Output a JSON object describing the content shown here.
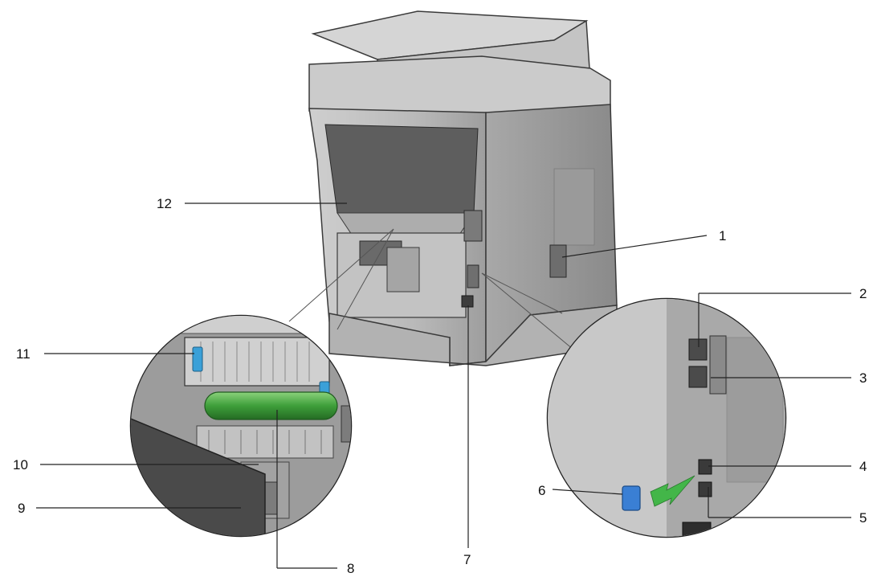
{
  "callouts": [
    {
      "id": "1",
      "label": "1"
    },
    {
      "id": "2",
      "label": "2"
    },
    {
      "id": "3",
      "label": "3"
    },
    {
      "id": "4",
      "label": "4"
    },
    {
      "id": "5",
      "label": "5"
    },
    {
      "id": "6",
      "label": "6"
    },
    {
      "id": "7",
      "label": "7"
    },
    {
      "id": "8",
      "label": "8"
    },
    {
      "id": "9",
      "label": "9"
    },
    {
      "id": "10",
      "label": "10"
    },
    {
      "id": "11",
      "label": "11"
    },
    {
      "id": "12",
      "label": "12"
    }
  ],
  "colors": {
    "body_light": "#d9d9d9",
    "body_mid": "#bdbdbd",
    "body_dark": "#8c8c8c",
    "outline": "#3a3a3a",
    "roller_green": "#43a047",
    "lever_blue": "#3aa0d8",
    "arrow_green": "#43b649"
  }
}
